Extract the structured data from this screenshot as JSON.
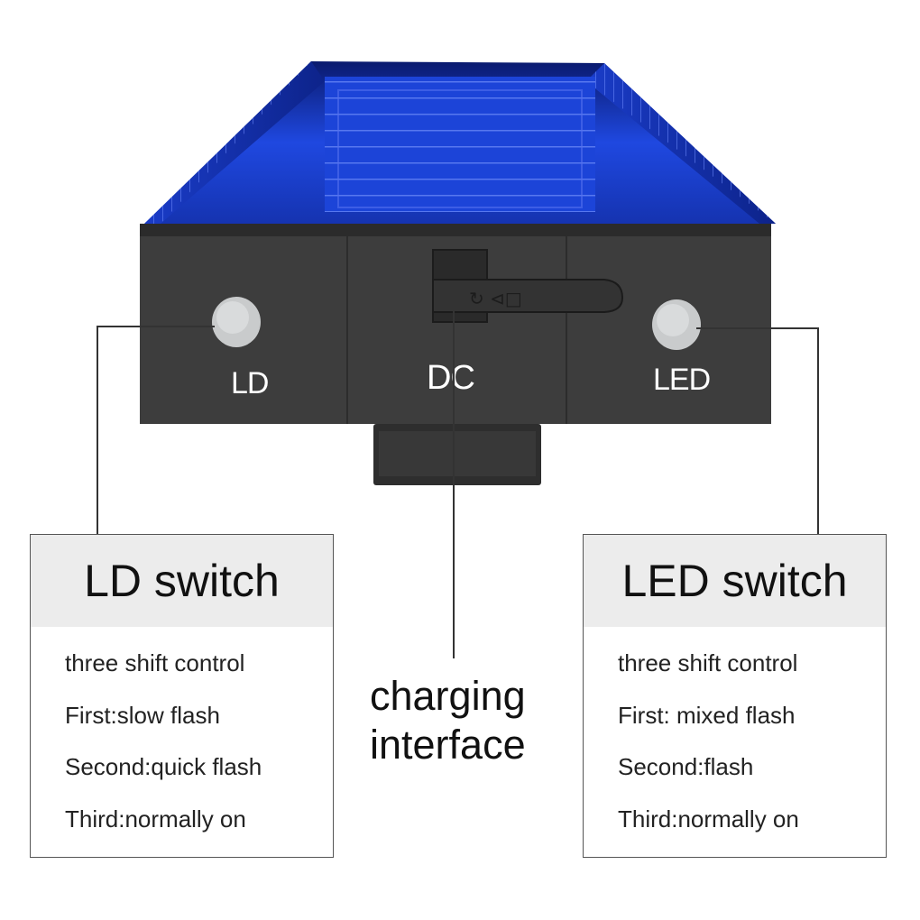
{
  "device": {
    "labels": {
      "ld": "LD",
      "dc": "DC",
      "led": "LED"
    },
    "colors": {
      "lens": "#1a3fd6",
      "body": "#3d3d3d",
      "button": "#c9cbcc"
    }
  },
  "ld_box": {
    "title": "LD switch",
    "lines": [
      "three shift control",
      "First:slow flash",
      "Second:quick flash",
      "Third:normally on"
    ]
  },
  "led_box": {
    "title": "LED switch",
    "lines": [
      "three shift control",
      "First: mixed flash",
      "Second:flash",
      "Third:normally on"
    ]
  },
  "charging": {
    "line1": "charging",
    "line2": "interface"
  }
}
